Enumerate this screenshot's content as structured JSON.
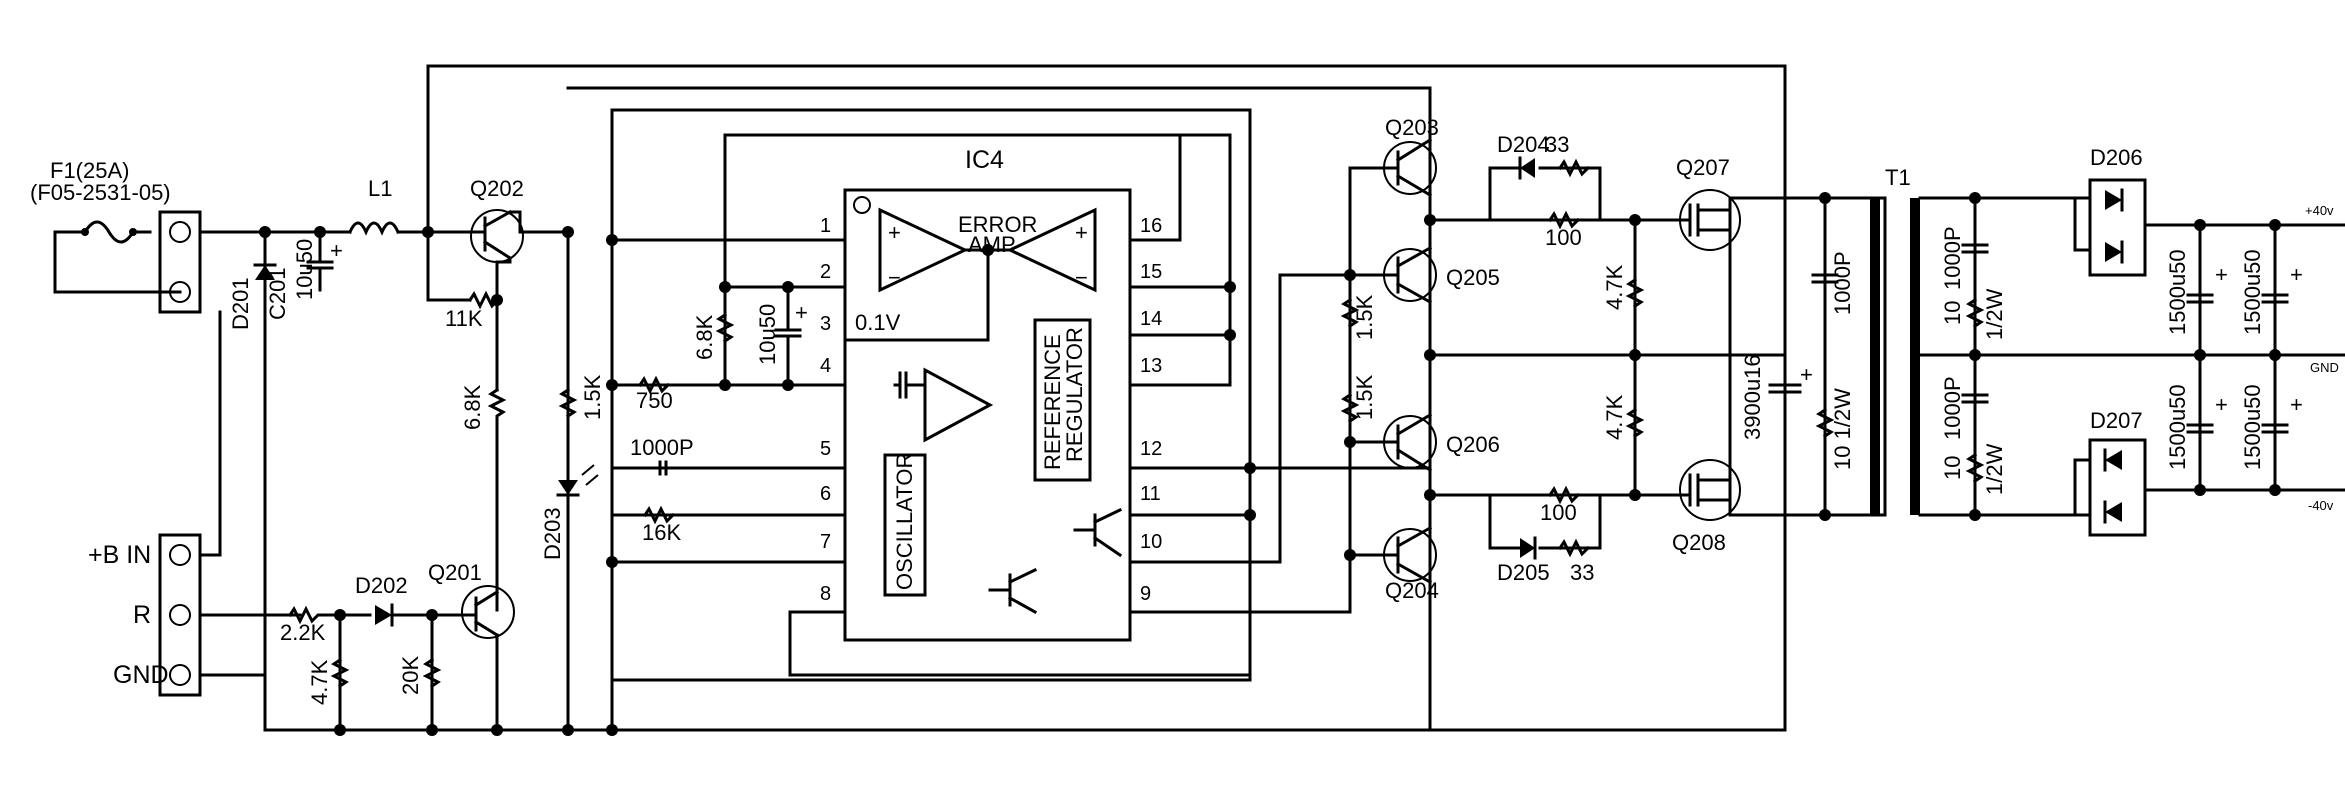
{
  "labels": {
    "f1": "F1(25A)",
    "f1_part": "(F05-2531-05)",
    "l1": "L1",
    "q202": "Q202",
    "r_11k": "11K",
    "d201": "D201",
    "c201": "C201",
    "c201_val": "10u50",
    "plus": "+",
    "r_68k_q202": "6.8K",
    "q201": "Q201",
    "d202": "D202",
    "r_22k": "2.2K",
    "r_47k_in": "4.7K",
    "r_20k": "20K",
    "d203": "D203",
    "r_15k_led": "1.5K",
    "bin": "+B IN",
    "r_in": "R",
    "gnd_in": "GND",
    "ic4": "IC4",
    "error_amp_1": "ERROR",
    "error_amp_2": "AMP",
    "ref_reg_1": "REFERENCE",
    "ref_reg_2": "REGULATOR",
    "oscillator": "OSCILLATOR",
    "v01": "0.1V",
    "r_68k_ic": "6.8K",
    "c_10u50_ic": "10u50",
    "r_750": "750",
    "c_1000p_ic": "1000P",
    "r_16k": "16K",
    "pin1": "1",
    "pin2": "2",
    "pin3": "3",
    "pin4": "4",
    "pin5": "5",
    "pin6": "6",
    "pin7": "7",
    "pin8": "8",
    "pin9": "9",
    "pin10": "10",
    "pin11": "11",
    "pin12": "12",
    "pin13": "13",
    "pin14": "14",
    "pin15": "15",
    "pin16": "16",
    "q203": "Q203",
    "q205": "Q205",
    "q206": "Q206",
    "q204": "Q204",
    "r_15k_a": "1.5K",
    "r_15k_b": "1.5K",
    "d204": "D204",
    "r_33_top": "33",
    "r_100_top": "100",
    "r_47k_top": "4.7K",
    "r_47k_bot": "4.7K",
    "r_100_bot": "100",
    "d205": "D205",
    "r_33_bot": "33",
    "q207": "Q207",
    "q208": "Q208",
    "c_3900u16": "3900u16",
    "c_1000p_pri": "1000P",
    "r_10_pri": "10 1/2W",
    "t1": "T1",
    "c_1000p_s1": "1000P",
    "r_10_s1a": "10",
    "r_10_s1b": "1/2W",
    "c_1000p_s2": "1000P",
    "r_10_s2a": "10",
    "r_10_s2b": "1/2W",
    "d206": "D206",
    "d207": "D207",
    "c_1500_1": "1500u50",
    "c_1500_2": "1500u50",
    "c_1500_3": "1500u50",
    "c_1500_4": "1500u50",
    "out_p40": "+40v",
    "out_gnd": "GND",
    "out_m40": "-40v"
  }
}
